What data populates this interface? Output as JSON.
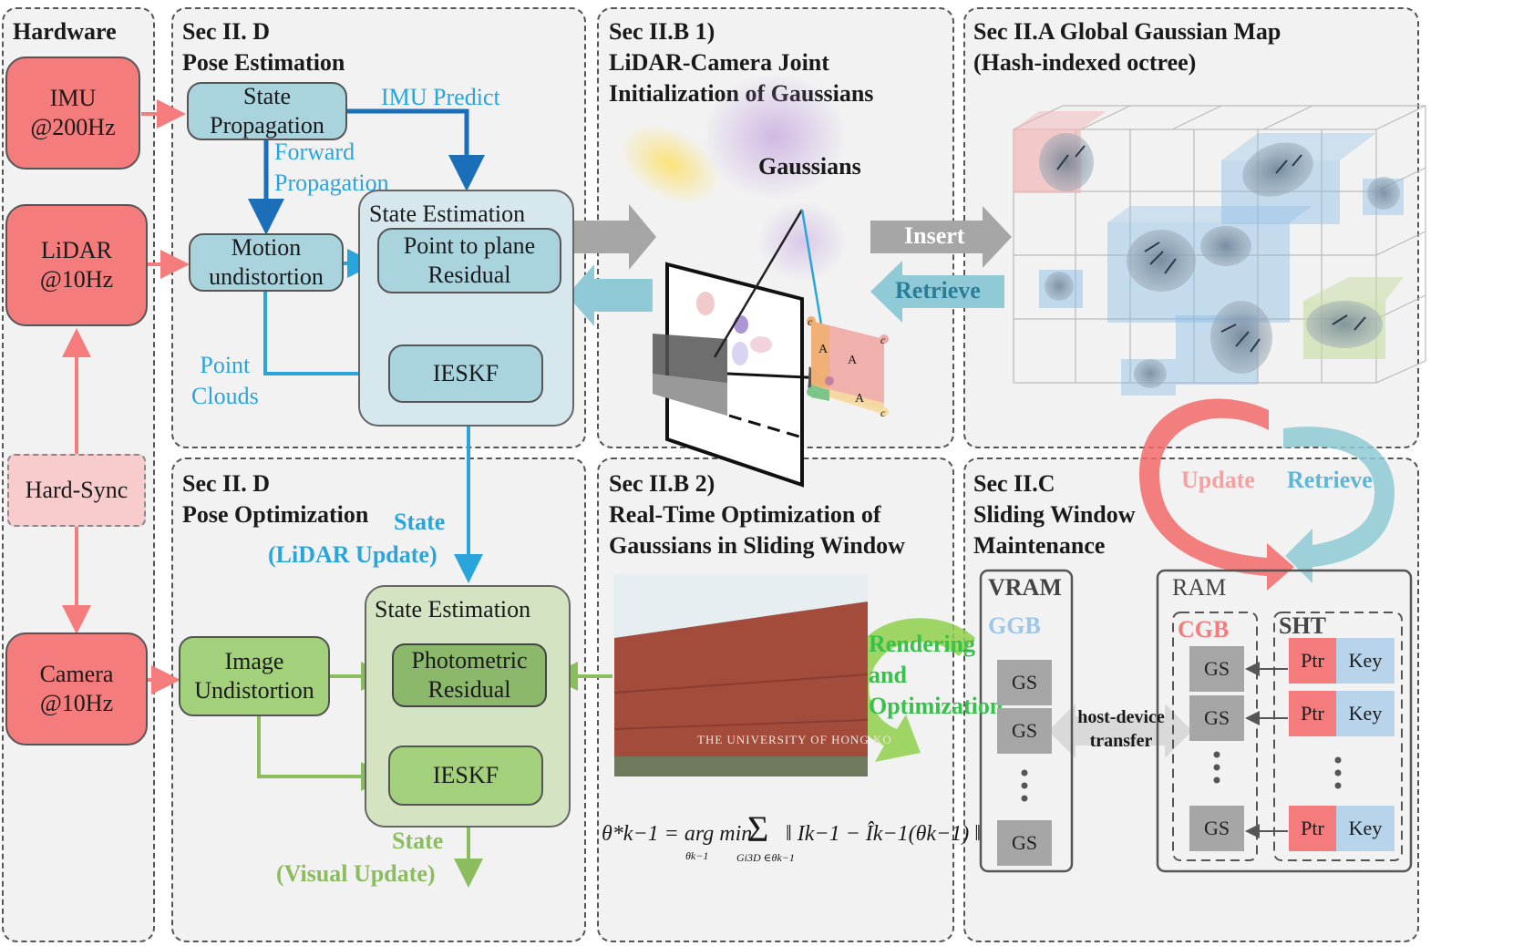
{
  "hardware": {
    "title": "Hardware",
    "imu": "IMU\n@200Hz",
    "lidar": "LiDAR\n@10Hz",
    "sync": "Hard-Sync",
    "camera": "Camera\n@10Hz"
  },
  "pose_estimation": {
    "title": "Sec II. D\nPose Estimation",
    "state_propagation": "State\nPropagation",
    "imu_predict": "IMU Predict",
    "forward_propagation": "Forward\nPropagation",
    "motion_undistortion": "Motion\nundistortion",
    "state_estimation": "State Estimation",
    "point_to_plane": "Point to plane\nResidual",
    "ieskf": "IESKF",
    "point_clouds": "Point\nClouds"
  },
  "pose_optimization": {
    "title": "Sec II. D\nPose Optimization",
    "state_label": "State",
    "lidar_update": "(LiDAR Update)",
    "image_undistortion": "Image\nUndistortion",
    "state_estimation": "State Estimation",
    "photometric_residual": "Photometric\nResidual",
    "ieskf": "IESKF",
    "state_label2": "State",
    "visual_update": "(Visual Update)"
  },
  "init": {
    "title": "Sec II.B 1)\nLiDAR-Camera Joint\nInitialization of Gaussians",
    "gaussians": "Gaussians",
    "a1": "A",
    "a2": "A",
    "a3": "A",
    "c1": "c",
    "c2": "c",
    "c3": "c"
  },
  "global_map": {
    "title": "Sec II.A Global Gaussian Map\n(Hash-indexed octree)",
    "insert": "Insert",
    "retrieve": "Retrieve",
    "update": "Update",
    "retrieve2": "Retrieve"
  },
  "realtime": {
    "title": "Sec II.B 2)\nReal-Time Optimization of\nGaussians in Sliding Window",
    "rendering": "Rendering\nand\nOptimization",
    "photo_caption": "THE UNIVERSITY OF HONG KO",
    "equation_lhs": "θ*k−1 = arg min",
    "equation_sub": "θk−1",
    "equation_sum": "Σ",
    "equation_sum_sub": "Gi3D ∈θk−1",
    "equation_body": "‖ Ik−1 − Îk−1(θk−1) ‖"
  },
  "sliding_window": {
    "title": "Sec II.C\nSliding Window\nMaintenance",
    "vram": "VRAM",
    "ggb": "GGB",
    "ram": "RAM",
    "cgb": "CGB",
    "sht": "SHT",
    "gs": "GS",
    "ptr": "Ptr",
    "key": "Key",
    "transfer": "host-device\ntransfer"
  },
  "colors": {
    "hardware_red": "#f47c7c",
    "pose_blue": "#a9d4de",
    "pose_green": "#a3d07a",
    "cyan_arrow": "#29a5dc",
    "dark_blue_arrow": "#1a6fb8",
    "green_arrow": "#8bbc5e",
    "gray": "#a6a6a6"
  }
}
